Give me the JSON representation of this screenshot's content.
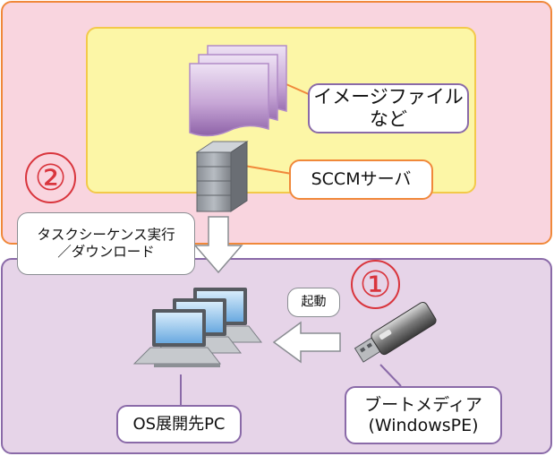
{
  "labels": {
    "image_file": "イメージファイル\nなど",
    "sccm_server": "SCCMサーバ",
    "task_sequence": "タスクシーケンス実行\n／ダウンロード",
    "boot": "起動",
    "target_pc": "OS展開先PC",
    "boot_media": "ブートメディア\n(WindowsPE)"
  },
  "steps": {
    "one": "①",
    "two": "②"
  },
  "colors": {
    "top_panel": "#f9d5df",
    "top_border": "#f0883a",
    "bottom_panel": "#e6d4e8",
    "bottom_border": "#8a6aa8",
    "server_area": "#fcf6a6",
    "step_number": "#d9353d"
  },
  "icons": {
    "documents": "document-stack-icon",
    "server": "server-tower-icon",
    "laptops": "laptop-stack-icon",
    "usb": "usb-drive-icon"
  }
}
